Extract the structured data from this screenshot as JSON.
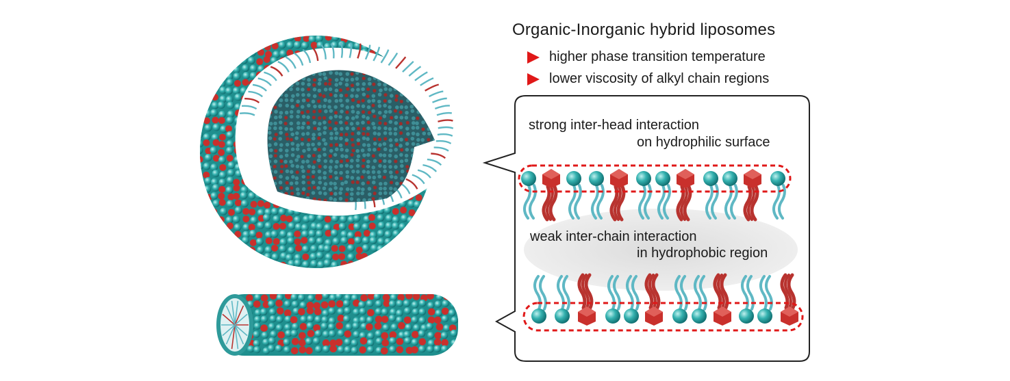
{
  "title": "Organic-Inorganic hybrid liposomes",
  "features": [
    "higher phase transition temperature",
    "lower viscosity of alkyl chain regions"
  ],
  "callout": {
    "head_line1": "strong inter-head interaction",
    "head_line2": "on hydrophilic surface",
    "chain_line1": "weak inter-chain interaction",
    "chain_line2": "in hydrophobic region"
  },
  "colors": {
    "organic_head": "#2ea3a3",
    "inorganic_head": "#c9302c",
    "organic_tail": "#5fb8c4",
    "inorganic_tail": "#b8332f",
    "marker": "#e01818",
    "hydrophobic_zone": "#e3e3e3"
  },
  "icons": {
    "bullet": "red-triangle-bullet-icon"
  },
  "top_layer_heads": [
    "organic",
    "inorganic",
    "organic",
    "organic",
    "inorganic",
    "organic",
    "organic",
    "inorganic",
    "organic",
    "organic",
    "inorganic",
    "organic"
  ],
  "bottom_layer_heads": [
    "organic",
    "organic",
    "inorganic",
    "organic",
    "organic",
    "inorganic",
    "organic",
    "organic",
    "inorganic",
    "organic",
    "organic",
    "inorganic"
  ]
}
